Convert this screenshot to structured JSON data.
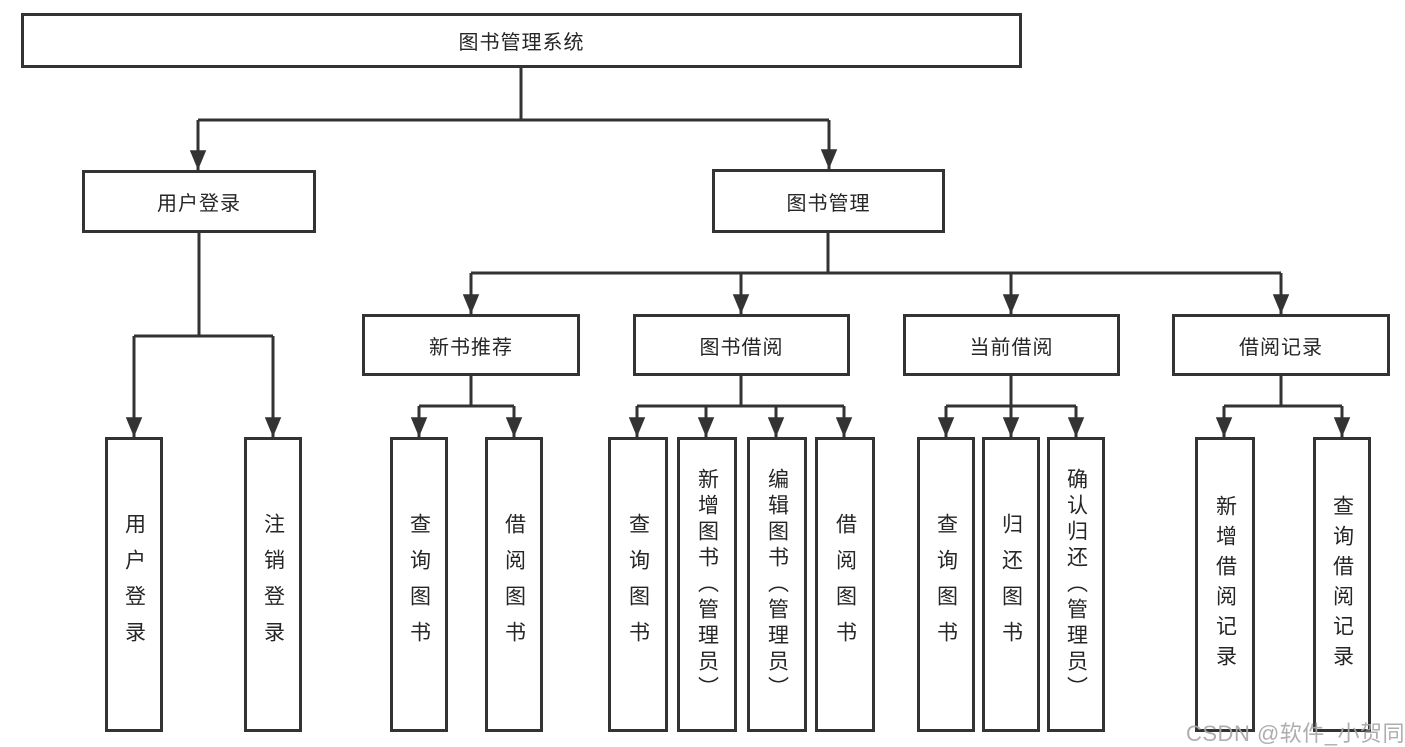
{
  "diagram_type": "hierarchy-tree",
  "tree": {
    "root": "图书管理系统",
    "children": [
      {
        "label": "用户登录",
        "children": [
          "用户登录",
          "注销登录"
        ]
      },
      {
        "label": "图书管理",
        "children": [
          {
            "label": "新书推荐",
            "children": [
              "查询图书",
              "借阅图书"
            ]
          },
          {
            "label": "图书借阅",
            "children": [
              "查询图书",
              "新增图书（管理员）",
              "编辑图书（管理员）",
              "借阅图书"
            ]
          },
          {
            "label": "当前借阅",
            "children": [
              "查询图书",
              "归还图书",
              "确认归还（管理员）"
            ]
          },
          {
            "label": "借阅记录",
            "children": [
              "新增借阅记录",
              "查询借阅记录"
            ]
          }
        ]
      }
    ]
  },
  "watermark": {
    "text": "CSDN @软件_小贺同学"
  },
  "colors": {
    "line": "#333333",
    "box_border": "#333333",
    "text": "#262626",
    "background": "#ffffff",
    "watermark": "#a8a8a8"
  }
}
